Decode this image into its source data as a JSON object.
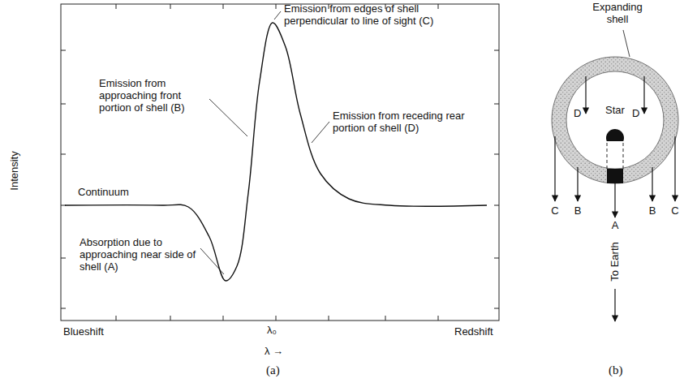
{
  "diagram": {
    "nodes": [
      {
        "text": [
          "Star"
        ]
      }
    ],
    "labels": [
      "Emission from edges of shell perpendicular to line of sight (C)",
      "Emission from approaching front portion of shell (B)",
      "Emission from receding rear portion of shell (D)",
      "Continuum",
      "Absorption due to approaching near side of shell (A)",
      "Intensity",
      "Blueshift",
      "λ₀",
      "Redshift",
      "λ →",
      "(a)",
      "Expanding shell",
      "D",
      "D",
      "C",
      "B",
      "A",
      "B",
      "C",
      "To Earth",
      "(b)"
    ]
  }
}
